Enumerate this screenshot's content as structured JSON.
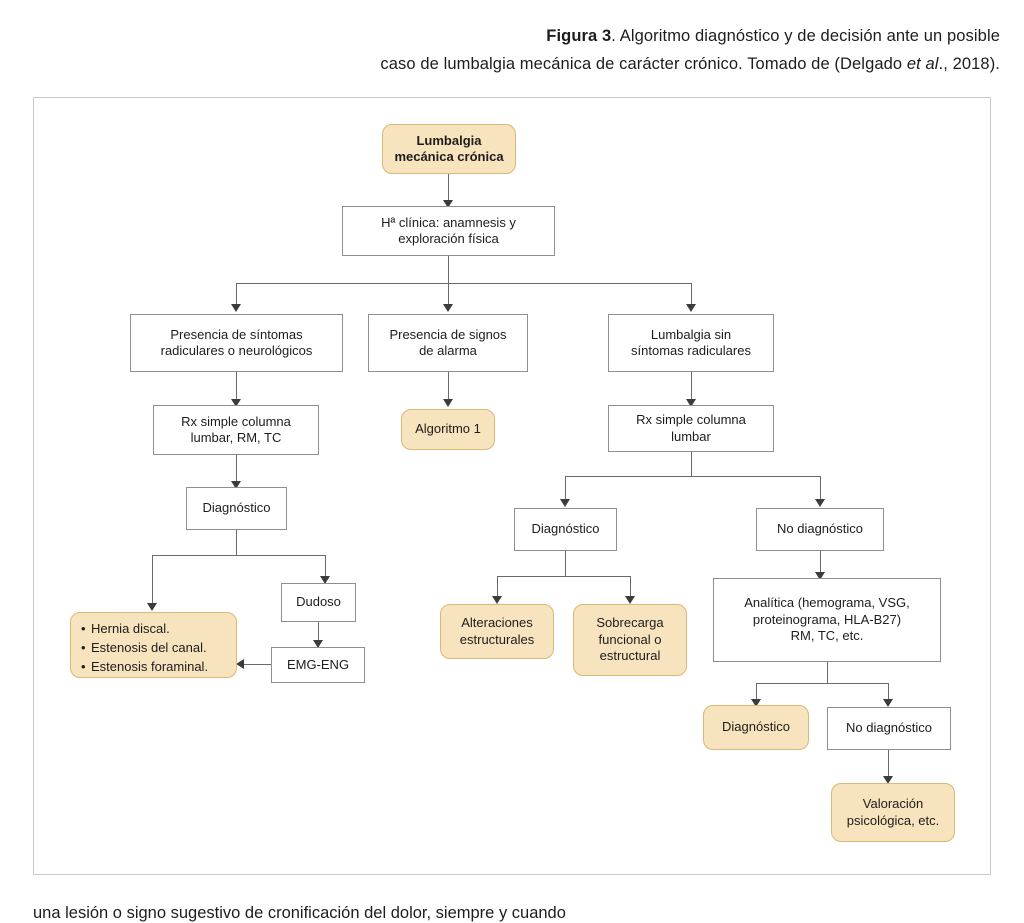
{
  "caption": {
    "figure_label": "Figura 3",
    "line1_rest": ". Algoritmo diagnóstico y de decisión ante un posible",
    "line2_a": "caso de lumbalgia mecánica de carácter crónico. Tomado de (Delgado ",
    "line2_italic": "et al",
    "line2_b": "., 2018)."
  },
  "colors": {
    "node_fill_tan": "#f7e3bd",
    "node_border_tan": "#d9b978",
    "node_fill_white": "#ffffff",
    "node_border_gray": "#8f8f8f",
    "connector": "#6a6a6a",
    "frame": "#c9c9c9",
    "text": "#1d1d1b"
  },
  "chart_data": {
    "type": "diagram",
    "title": "Algoritmo diagnóstico y de decisión ante un posible caso de lumbalgia mecánica de carácter crónico",
    "nodes": [
      {
        "id": "n1",
        "label": "Lumbalgia\nmecánica crónica",
        "style": "tan"
      },
      {
        "id": "n2",
        "label": "Hª clínica: anamnesis y\nexploración física",
        "style": "white"
      },
      {
        "id": "n3",
        "label": "Presencia de síntomas\nradiculares o neurológicos",
        "style": "white"
      },
      {
        "id": "n4",
        "label": "Presencia de signos\nde alarma",
        "style": "white"
      },
      {
        "id": "n5",
        "label": "Lumbalgia sin\nsíntomas radiculares",
        "style": "white"
      },
      {
        "id": "n6",
        "label": "Rx simple columna\nlumbar, RM, TC",
        "style": "white"
      },
      {
        "id": "n7",
        "label": "Algoritmo 1",
        "style": "tan"
      },
      {
        "id": "n8",
        "label": "Rx simple columna\nlumbar",
        "style": "white"
      },
      {
        "id": "n9",
        "label": "Diagnóstico",
        "style": "white"
      },
      {
        "id": "n10",
        "label": "Diagnóstico",
        "style": "white"
      },
      {
        "id": "n11",
        "label": "No diagnóstico",
        "style": "white"
      },
      {
        "id": "n12",
        "label": "Dudoso",
        "style": "white"
      },
      {
        "id": "n13",
        "label": "EMG-ENG",
        "style": "white"
      },
      {
        "id": "n14",
        "label": "• Hernia discal.\n• Estenosis del canal.\n• Estenosis foraminal.",
        "style": "tan"
      },
      {
        "id": "n15",
        "label": "Alteraciones\nestructurales",
        "style": "tan"
      },
      {
        "id": "n16",
        "label": "Sobrecarga\nfuncional o\nestructural",
        "style": "tan"
      },
      {
        "id": "n17",
        "label": "Analítica (hemograma, VSG,\nproteinograma, HLA-B27)\nRM, TC, etc.",
        "style": "white"
      },
      {
        "id": "n18",
        "label": "Diagnóstico",
        "style": "tan"
      },
      {
        "id": "n19",
        "label": "No diagnóstico",
        "style": "white"
      },
      {
        "id": "n20",
        "label": "Valoración\npsicológica, etc.",
        "style": "tan"
      }
    ],
    "edges": [
      {
        "from": "n1",
        "to": "n2"
      },
      {
        "from": "n2",
        "to": "n3"
      },
      {
        "from": "n2",
        "to": "n4"
      },
      {
        "from": "n2",
        "to": "n5"
      },
      {
        "from": "n3",
        "to": "n6"
      },
      {
        "from": "n4",
        "to": "n7"
      },
      {
        "from": "n5",
        "to": "n8"
      },
      {
        "from": "n6",
        "to": "n9"
      },
      {
        "from": "n9",
        "to": "n14"
      },
      {
        "from": "n9",
        "to": "n12"
      },
      {
        "from": "n12",
        "to": "n13"
      },
      {
        "from": "n13",
        "to": "n14"
      },
      {
        "from": "n8",
        "to": "n10"
      },
      {
        "from": "n8",
        "to": "n11"
      },
      {
        "from": "n10",
        "to": "n15"
      },
      {
        "from": "n10",
        "to": "n16"
      },
      {
        "from": "n11",
        "to": "n17"
      },
      {
        "from": "n17",
        "to": "n18"
      },
      {
        "from": "n17",
        "to": "n19"
      },
      {
        "from": "n19",
        "to": "n20"
      }
    ]
  },
  "nodes": {
    "n1": "Lumbalgia\nmecánica crónica",
    "n2": "Hª clínica: anamnesis y\nexploración física",
    "n3": "Presencia de síntomas\nradiculares o neurológicos",
    "n4": "Presencia de signos\nde alarma",
    "n5": "Lumbalgia sin\nsíntomas radiculares",
    "n6": "Rx simple columna\nlumbar, RM, TC",
    "n7": "Algoritmo 1",
    "n8": "Rx simple columna\nlumbar",
    "n9": "Diagnóstico",
    "n10": "Diagnóstico",
    "n11": "No diagnóstico",
    "n12": "Dudoso",
    "n13": "EMG-ENG",
    "n14_items": [
      "Hernia discal.",
      "Estenosis del canal.",
      "Estenosis foraminal."
    ],
    "n15": "Alteraciones\nestructurales",
    "n16": "Sobrecarga\nfuncional o\nestructural",
    "n17": "Analítica (hemograma, VSG,\nproteinograma, HLA-B27)\nRM, TC, etc.",
    "n18": "Diagnóstico",
    "n19": "No diagnóstico",
    "n20": "Valoración\npsicológica, etc."
  },
  "body_tail": "una lesión o signo sugestivo de cronificación del dolor, siempre y cuando"
}
